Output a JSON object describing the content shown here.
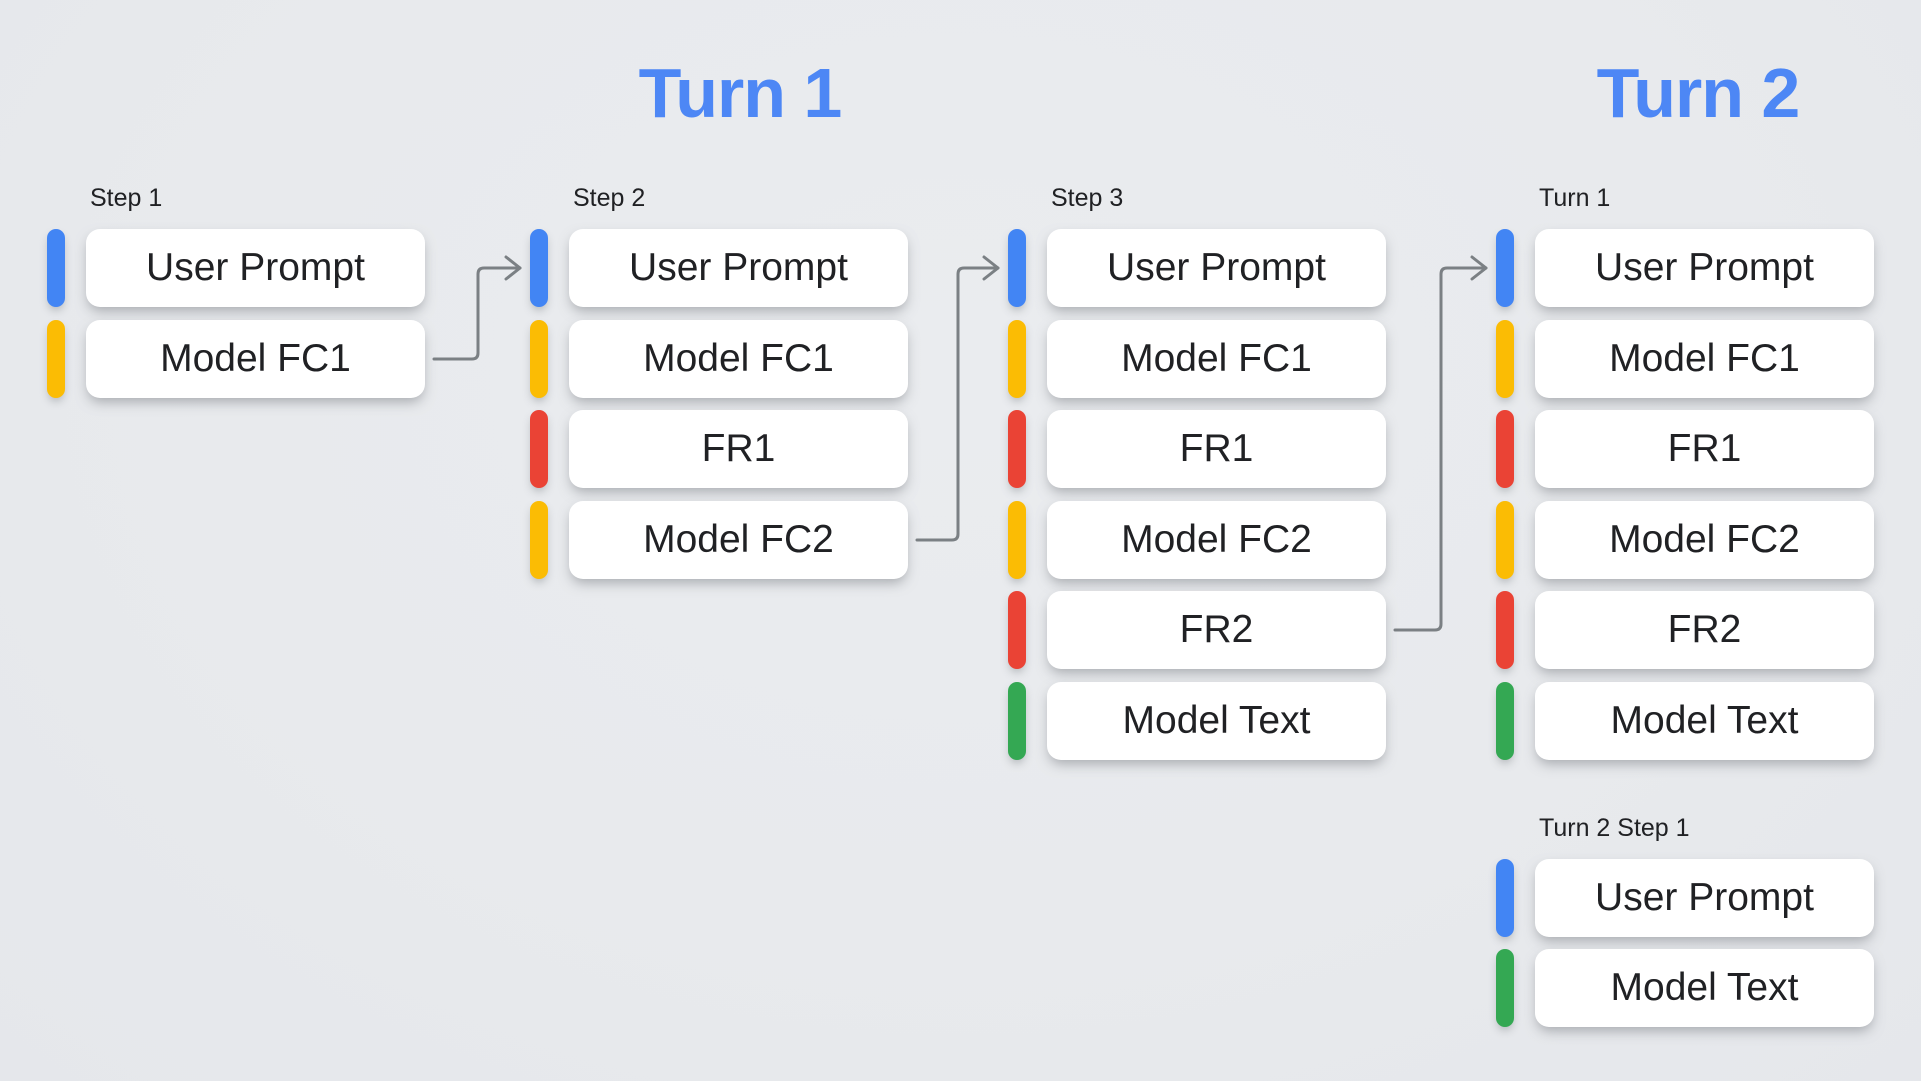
{
  "titles": [
    {
      "text": "Turn 1"
    },
    {
      "text": "Turn 2"
    }
  ],
  "colors": {
    "title_blue": "#4d87f5",
    "arrow_gray": "#7b8084",
    "box_background": "#ffffff",
    "text_dark": "#202124",
    "background_gray": "#e8eaed",
    "types": {
      "user_prompt": "#4285F4",
      "model_function_call": "#FBBC04",
      "function_response": "#EA4335",
      "model_text": "#34A853"
    }
  },
  "columns": [
    {
      "label": "Step 1",
      "rows": [
        {
          "text": "User Prompt",
          "type": "user_prompt"
        },
        {
          "text": "Model FC1",
          "type": "model_function_call"
        }
      ]
    },
    {
      "label": "Step 2",
      "rows": [
        {
          "text": "User Prompt",
          "type": "user_prompt"
        },
        {
          "text": "Model FC1",
          "type": "model_function_call"
        },
        {
          "text": "FR1",
          "type": "function_response"
        },
        {
          "text": "Model FC2",
          "type": "model_function_call"
        }
      ]
    },
    {
      "label": "Step 3",
      "rows": [
        {
          "text": "User Prompt",
          "type": "user_prompt"
        },
        {
          "text": "Model FC1",
          "type": "model_function_call"
        },
        {
          "text": "FR1",
          "type": "function_response"
        },
        {
          "text": "Model FC2",
          "type": "model_function_call"
        },
        {
          "text": "FR2",
          "type": "function_response"
        },
        {
          "text": "Model Text",
          "type": "model_text"
        }
      ]
    },
    {
      "label": "Turn 1",
      "rows": [
        {
          "text": "User Prompt",
          "type": "user_prompt"
        },
        {
          "text": "Model FC1",
          "type": "model_function_call"
        },
        {
          "text": "FR1",
          "type": "function_response"
        },
        {
          "text": "Model FC2",
          "type": "model_function_call"
        },
        {
          "text": "FR2",
          "type": "function_response"
        },
        {
          "text": "Model Text",
          "type": "model_text"
        }
      ]
    }
  ],
  "turn2_group": {
    "label": "Turn 2 Step 1",
    "rows": [
      {
        "text": "User Prompt",
        "type": "user_prompt"
      },
      {
        "text": "Model Text",
        "type": "model_text"
      }
    ]
  },
  "arrows": [
    {
      "from_col": 0,
      "from_row": 1,
      "to_col": 1,
      "to_row": 0
    },
    {
      "from_col": 1,
      "from_row": 3,
      "to_col": 2,
      "to_row": 0
    },
    {
      "from_col": 2,
      "from_row": 4,
      "to_col": 3,
      "to_row": 0
    }
  ]
}
